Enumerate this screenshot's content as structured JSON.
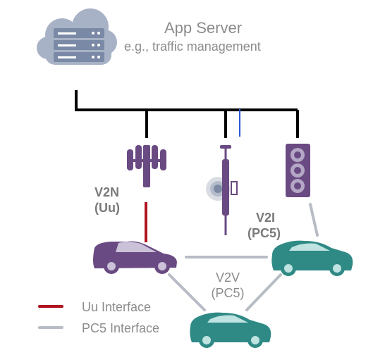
{
  "server": {
    "title": "App Server",
    "subtitle": "e.g., traffic management"
  },
  "labels": {
    "v2n_line1": "V2N",
    "v2n_line2": "(Uu)",
    "v2i_line1": "V2I",
    "v2i_line2": "(PC5)",
    "v2v_line1": "V2V",
    "v2v_line2": "(PC5)"
  },
  "legend": {
    "uu": "Uu Interface",
    "pc5": "PC5 Interface"
  },
  "colors": {
    "uu_interface": "#b0151f",
    "pc5_interface": "#b8bcc4",
    "backbone": "#000000",
    "link_accent": "#2f56d6",
    "purple": "#6a4a82",
    "teal": "#2f8a86",
    "cloud": "#a8b2c6"
  },
  "icons": [
    "cloud-server-icon",
    "cell-tower-icon",
    "rsu-antenna-icon",
    "traffic-light-icon",
    "purple-car-icon",
    "teal-car-icon"
  ]
}
